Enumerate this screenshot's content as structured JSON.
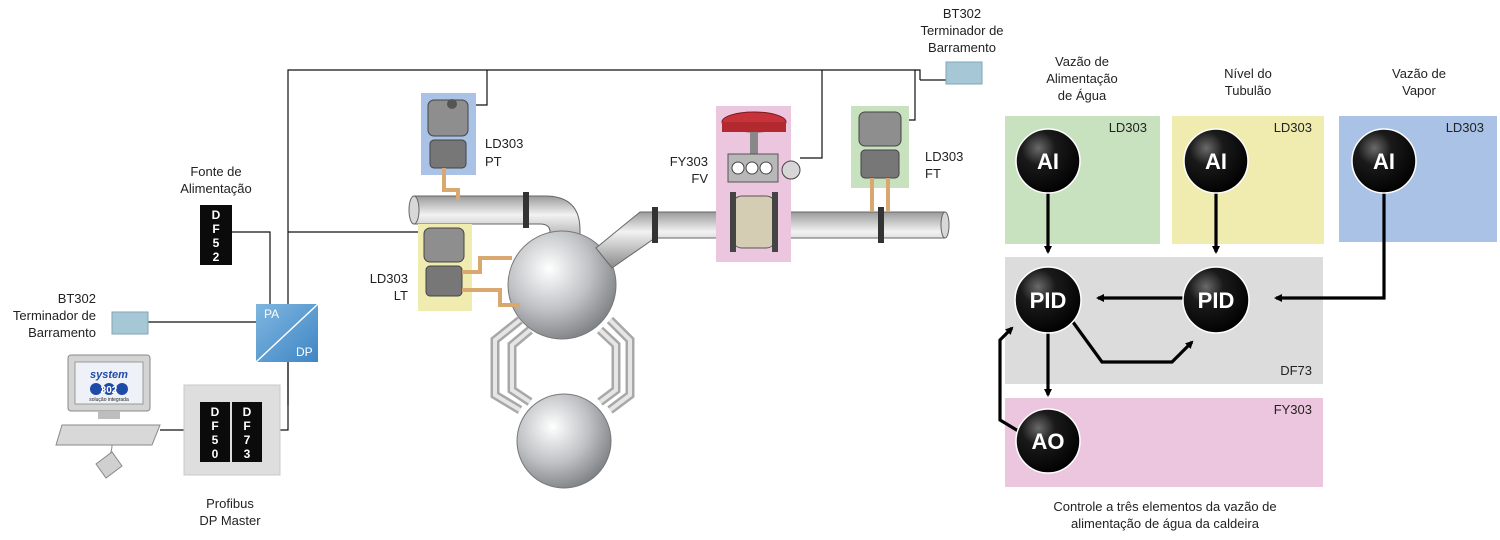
{
  "labels": {
    "bt302_top": [
      "BT302",
      "Terminador de",
      "Barramento"
    ],
    "bt302_left": [
      "BT302",
      "Terminador de",
      "Barramento"
    ],
    "fonte": [
      "Fonte de",
      "Alimentação"
    ],
    "profibus": [
      "Profibus",
      "DP Master"
    ],
    "ld303_pt": [
      "LD303",
      "PT"
    ],
    "ld303_lt": [
      "LD303",
      "LT"
    ],
    "fy303_fv": [
      "FY303",
      "FV"
    ],
    "ld303_ft": [
      "LD303",
      "FT"
    ],
    "pa": "PA",
    "dp": "DP",
    "df52": [
      "D",
      "F",
      "5",
      "2"
    ],
    "df50": [
      "D",
      "F",
      "5",
      "0"
    ],
    "df73_card": [
      "D",
      "F",
      "7",
      "3"
    ],
    "system302": [
      "system",
      "302"
    ],
    "system302_tag": "solução integrada"
  },
  "control": {
    "col_headers": [
      [
        "Vazão de",
        "Alimentação",
        "de Água"
      ],
      [
        "Nível do",
        "Tubulão"
      ],
      [
        "Vazão de",
        "Vapor"
      ]
    ],
    "zone_tags": {
      "ld303_a": "LD303",
      "ld303_b": "LD303",
      "ld303_c": "LD303",
      "df73": "DF73",
      "fy303": "FY303"
    },
    "blocks": {
      "ai1": "AI",
      "ai2": "AI",
      "ai3": "AI",
      "pid1": "PID",
      "pid2": "PID",
      "ao": "AO"
    },
    "caption": [
      "Controle a três elementos da vazão de",
      "alimentação de água da caldeira"
    ],
    "colors": {
      "green_zone": "#c8e2c0",
      "yellow_zone": "#f0ecb0",
      "blue_zone": "#a9c2e6",
      "gray_zone": "#dcdcdc",
      "pink_zone": "#ecc6de"
    }
  }
}
